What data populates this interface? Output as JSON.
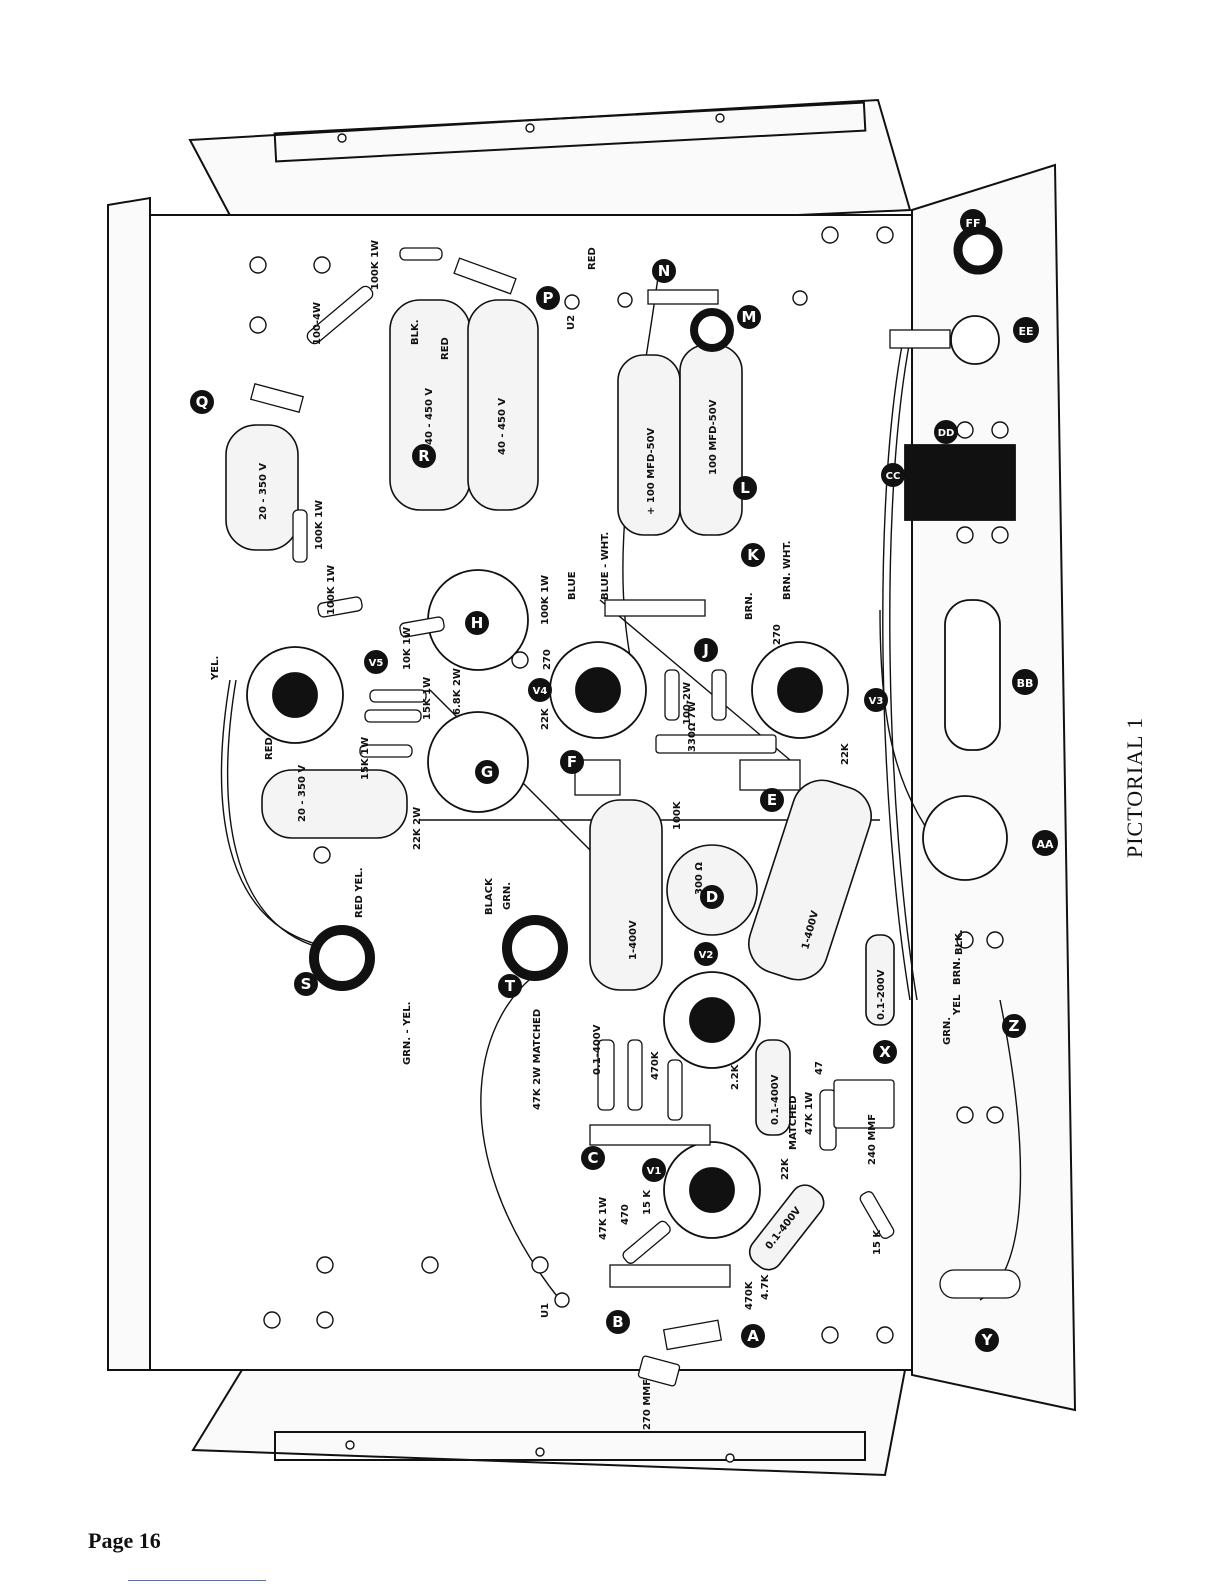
{
  "page": {
    "number_label": "Page 16",
    "title": "PICTORIAL 1"
  },
  "connection_points": [
    "A",
    "B",
    "C",
    "D",
    "E",
    "F",
    "G",
    "H",
    "J",
    "K",
    "L",
    "M",
    "N",
    "P",
    "Q",
    "R",
    "S",
    "T",
    "X",
    "Y",
    "Z",
    "AA",
    "BB",
    "CC",
    "DD",
    "EE",
    "FF"
  ],
  "tube_sockets": [
    "V1",
    "V2",
    "V3",
    "V4",
    "V5"
  ],
  "lug_references": [
    "U1",
    "U2"
  ],
  "components": {
    "cap_20_350_top": "20 - 350 V",
    "cap_20_350_left": "20 - 350 V",
    "cap_40_450_a": "40 - 450 V",
    "cap_40_450_b": "40 - 450 V",
    "cap_100mfd_a": "+ 100 MFD-50V",
    "cap_100mfd_b": "100 MFD-50V",
    "cap_1_400_a": "1-400V",
    "cap_1_400_b": "1-400V",
    "res_300": "300 Ω",
    "res_330": "330Ω 7W",
    "res_100_2w": "100-2W",
    "res_100_4w": "100-4W",
    "res_100k_1w_a": "100K 1W",
    "res_100k_1w_b": "100K 1W",
    "res_100k_1w_c": "100K 1W",
    "res_100k_1w_d": "100K 1W",
    "res_100k": "100K",
    "res_6_8k": "6.8K 2W",
    "res_15k_1w_a": "15K 1W",
    "res_15k_1w_b": "15K 1W",
    "res_10k": "10K 1W",
    "res_22k_2w": "22K 2W",
    "res_22k_a": "22K",
    "res_22k_b": "22K",
    "res_22k_c": "22K",
    "res_270_a": "270",
    "res_270_b": "270",
    "res_47k_2w_matched": "47K 2W MATCHED",
    "res_47k_1w_a": "47K 1W",
    "res_47k_1w_b": "47K 1W",
    "res_470k_a": "470K",
    "res_470k_b": "470K",
    "res_2_2k": "2.2K",
    "res_470": "470",
    "res_4_7k": "4.7K",
    "res_15k_a": "15 K",
    "res_15k_b": "15 K",
    "res_47": "47",
    "cap_0_1_400_a": "0.1-400V",
    "cap_0_1_400_b": "0.1-400V",
    "cap_0_1_400_c": "0.1-400V",
    "cap_0_1_200": "0.1-200V",
    "cap_240mmf": "240 MMF",
    "cap_270mmf": "270 MMF",
    "matched": "MATCHED"
  },
  "wire_colors": {
    "red_a": "RED",
    "red_b": "RED",
    "red_c": "RED",
    "blk": "BLK.",
    "yel": "YEL.",
    "red_yel": "RED YEL.",
    "blue": "BLUE",
    "blue_wht": "BLUE - WHT.",
    "brn": "BRN.",
    "brn_wht": "BRN. WHT.",
    "black": "BLACK",
    "grn": "GRN.",
    "grn_yel_a": "GRN. - YEL.",
    "grn_yel_b": "GRN.",
    "yel_b": "YEL",
    "brn_b": "BRN.",
    "blk_b": "BLK."
  },
  "colors": {
    "line": "#111111",
    "panel": "#f4f4f4",
    "rule": "#4a6fd6"
  }
}
